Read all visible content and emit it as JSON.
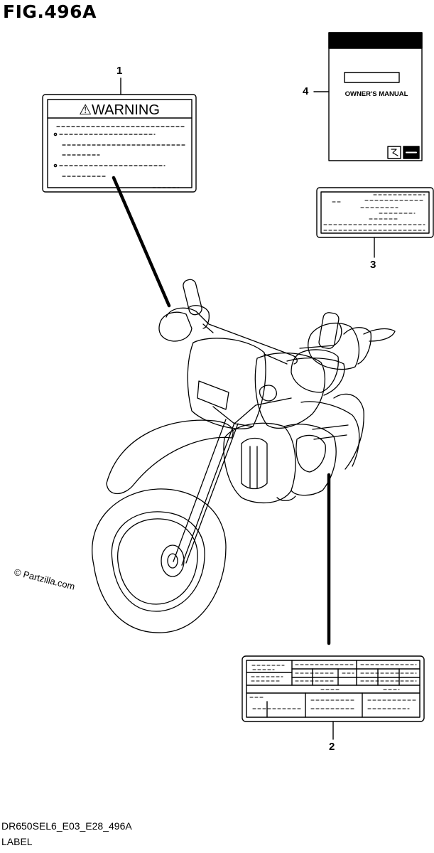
{
  "figure_title": "FIG.496A",
  "model_code": "DR650SEL6_E03_E28_496A",
  "section_label": "LABEL",
  "copyright": "© Partzilla.com",
  "callouts": [
    {
      "number": "1",
      "part": "warning-label"
    },
    {
      "number": "2",
      "part": "tire-info-label"
    },
    {
      "number": "3",
      "part": "info-label"
    },
    {
      "number": "4",
      "part": "owners-manual"
    }
  ],
  "warning_label": {
    "heading": "⚠WARNING"
  },
  "owners_manual": {
    "title": "OWNER'S MANUAL"
  }
}
